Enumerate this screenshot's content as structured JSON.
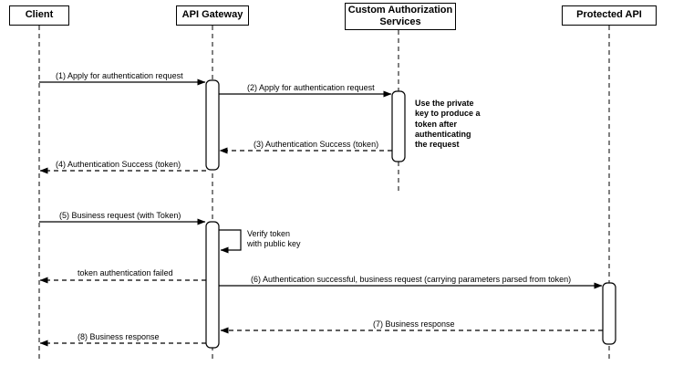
{
  "diagram_type": "uml-sequence-diagram",
  "colors": {
    "stroke": "#000000",
    "background": "#ffffff"
  },
  "actors": [
    {
      "id": "client",
      "label": "Client"
    },
    {
      "id": "api-gateway",
      "label": "API Gateway"
    },
    {
      "id": "custom-authorization-services",
      "label": "Custom Authorization\nServices"
    },
    {
      "id": "protected-api",
      "label": "Protected API"
    }
  ],
  "messages": [
    {
      "seq": "1",
      "from": "client",
      "to": "api-gateway",
      "kind": "solid",
      "label": "(1) Apply for authentication request"
    },
    {
      "seq": "2",
      "from": "api-gateway",
      "to": "custom-authorization-services",
      "kind": "solid",
      "label": "(2) Apply for authentication request"
    },
    {
      "seq": "3",
      "from": "custom-authorization-services",
      "to": "api-gateway",
      "kind": "dashed-return",
      "label": "(3) Authentication Success (token)"
    },
    {
      "seq": "4",
      "from": "api-gateway",
      "to": "client",
      "kind": "dashed-return",
      "label": "(4) Authentication Success (token)"
    },
    {
      "seq": "5",
      "from": "client",
      "to": "api-gateway",
      "kind": "solid",
      "label": "(5) Business request (with Token)"
    },
    {
      "seq": "self",
      "from": "api-gateway",
      "to": "api-gateway",
      "kind": "self-message",
      "label": "Verify token\nwith public key"
    },
    {
      "seq": "fail",
      "from": "api-gateway",
      "to": "client",
      "kind": "dashed-return",
      "label": "token authentication failed"
    },
    {
      "seq": "6",
      "from": "api-gateway",
      "to": "protected-api",
      "kind": "solid",
      "label": "(6) Authentication successful, business request (carrying parameters parsed from token)"
    },
    {
      "seq": "7",
      "from": "protected-api",
      "to": "api-gateway",
      "kind": "dashed-return",
      "label": "(7) Business response"
    },
    {
      "seq": "8",
      "from": "api-gateway",
      "to": "client",
      "kind": "dashed-return",
      "label": "(8) Business response"
    }
  ],
  "note": {
    "text": "Use the private\nkey to produce a\ntoken after\nauthenticating\nthe request"
  }
}
